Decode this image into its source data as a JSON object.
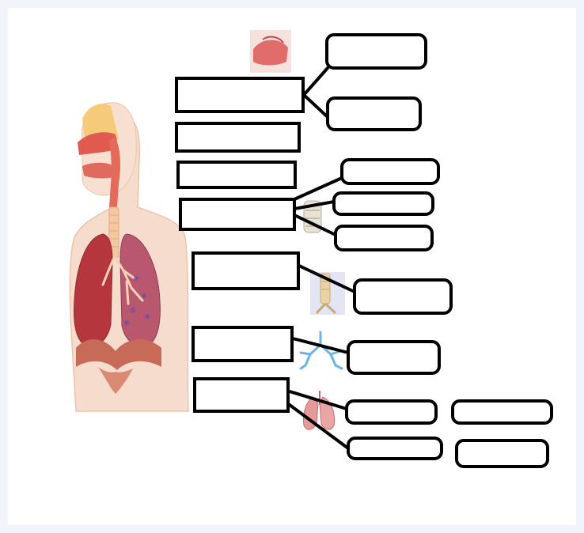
{
  "worksheet": {
    "subject": "respiratory-system",
    "answer_boxes_filled": 0
  },
  "colors": {
    "background": "#f1f5fb",
    "sheet": "#ffffff",
    "box_stroke": "#000000",
    "lung_right": "#b5363c",
    "lung_left": "#b9576e",
    "airway": "#f3c8a2",
    "skin": "#f6d8c6",
    "nasal": "#e05a4f",
    "bronchi_blue": "#6bb4e6"
  },
  "icons": [
    "torso-respiratory-illustration",
    "nasal-cavity-thumbnail",
    "larynx-thumbnail",
    "trachea-thumbnail",
    "bronchial-tree-thumbnail",
    "lungs-thumbnail"
  ]
}
